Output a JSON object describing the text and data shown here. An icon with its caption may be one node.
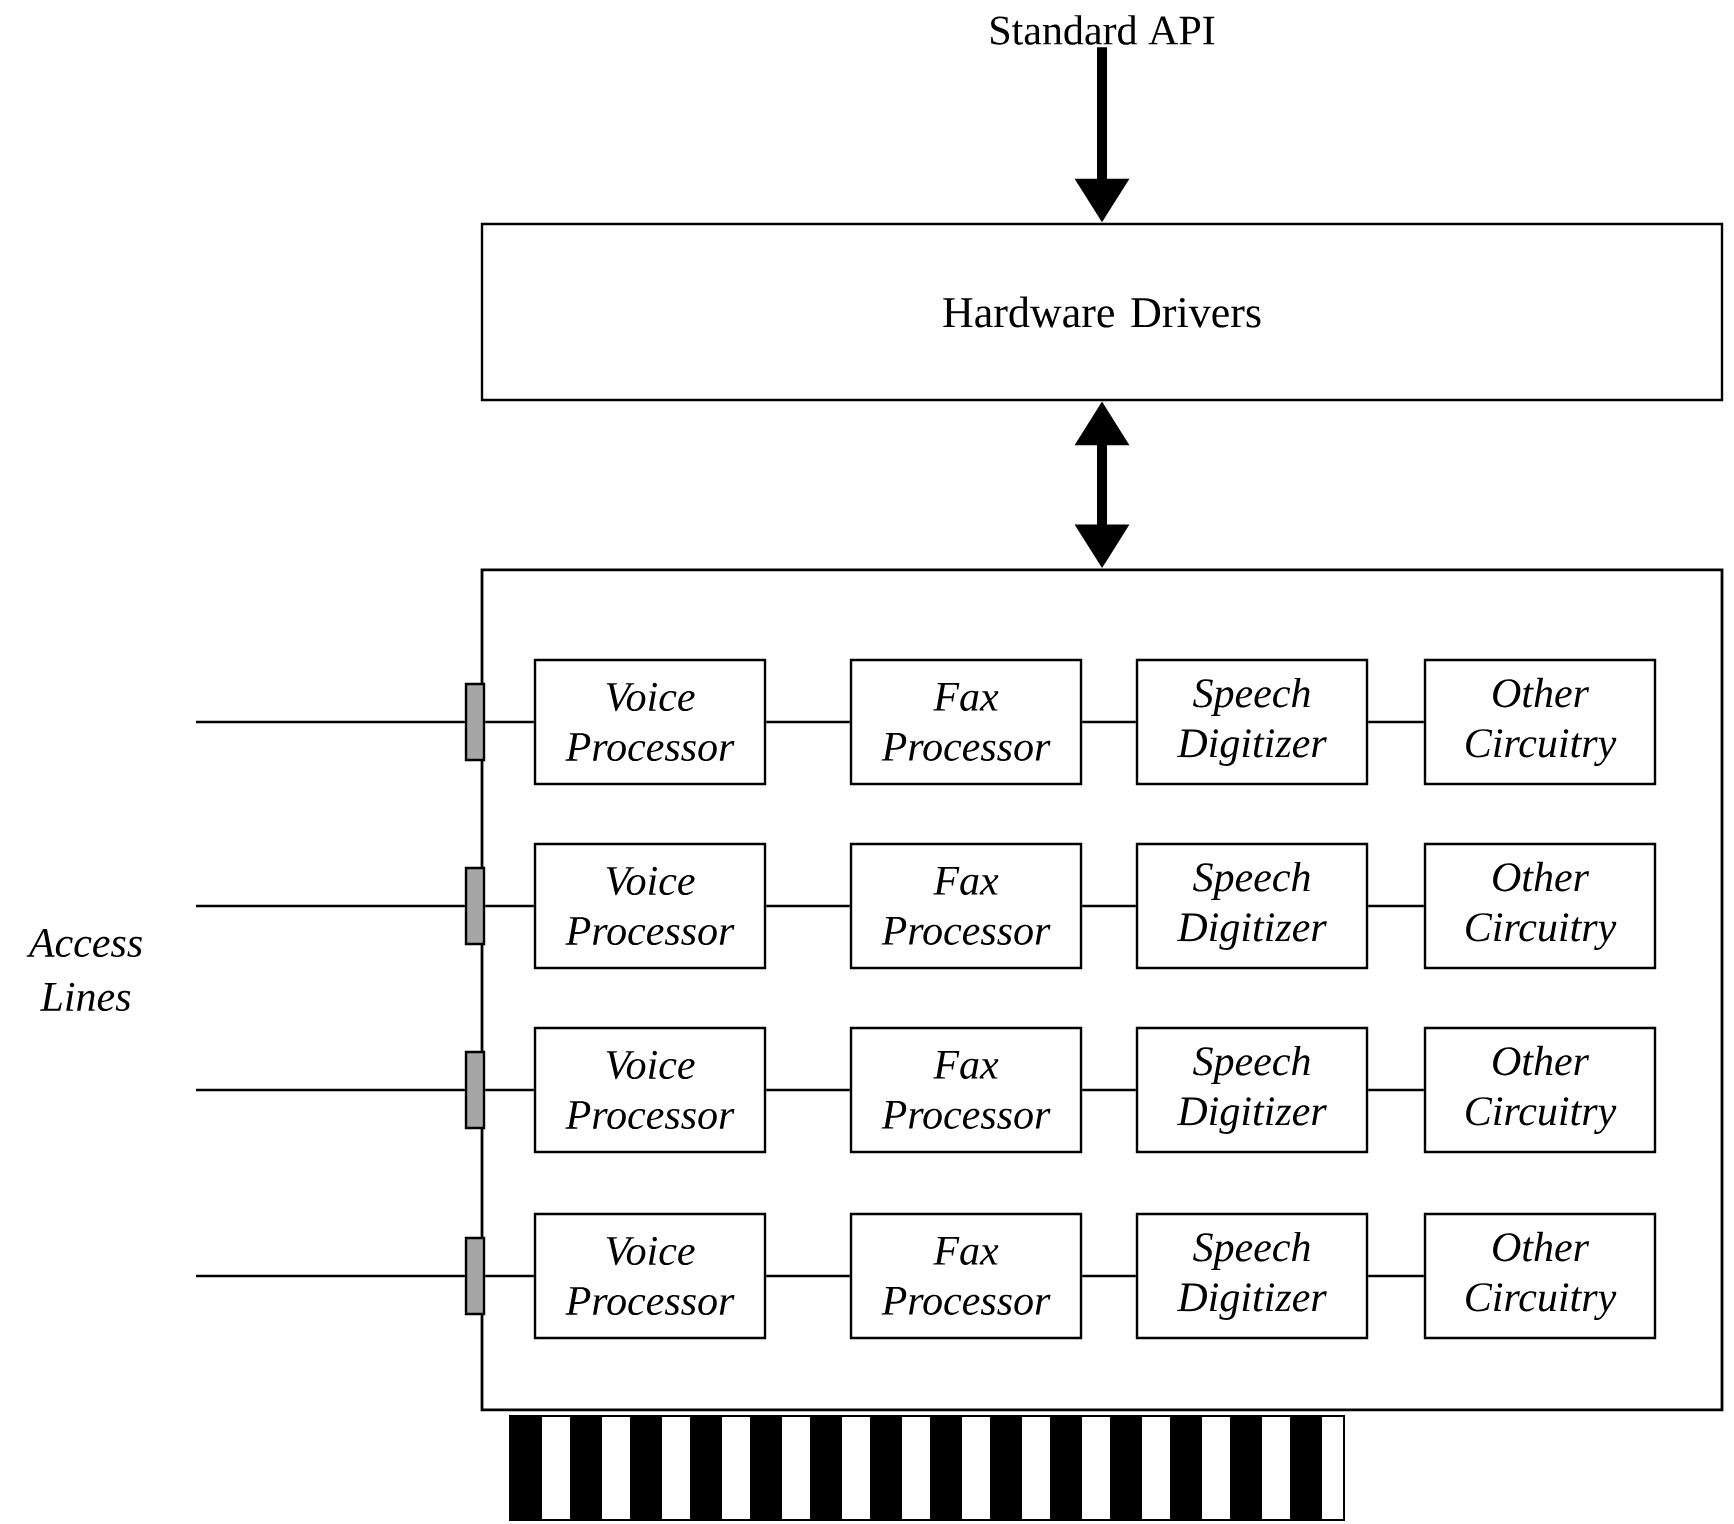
{
  "diagram": {
    "nodes": [
      {
        "text": [
          "Standard API"
        ]
      },
      {
        "text": [
          "Hardware Drivers"
        ]
      },
      {
        "text": [],
        "shape": "box"
      },
      {
        "text": [
          "Voice Processor"
        ],
        "in": 2
      },
      {
        "text": [
          "Fax Processor"
        ],
        "in": 2
      },
      {
        "text": [
          "Speech Digitizer"
        ],
        "in": 2
      },
      {
        "text": [
          "Other Circuitry"
        ],
        "in": 2
      },
      {
        "text": [
          "Voice Processor"
        ],
        "in": 2
      },
      {
        "text": [
          "Fax Processor"
        ],
        "in": 2
      },
      {
        "text": [
          "Speech Digitizer"
        ],
        "in": 2
      },
      {
        "text": [
          "Other Circuitry"
        ],
        "in": 2
      },
      {
        "text": [
          "Voice Processor"
        ],
        "in": 2
      },
      {
        "text": [
          "Fax Processor"
        ],
        "in": 2
      },
      {
        "text": [
          "Speech Digitizer"
        ],
        "in": 2
      },
      {
        "text": [
          "Other Circuitry"
        ],
        "in": 2
      },
      {
        "text": [
          "Voice Processor"
        ],
        "in": 2
      },
      {
        "text": [
          "Fax Processor"
        ],
        "in": 2
      },
      {
        "text": [
          "Speech Digitizer"
        ],
        "in": 2
      },
      {
        "text": [
          "Other Circuitry"
        ],
        "in": 2
      },
      {
        "text": [],
        "shape": "bar"
      },
      {
        "text": [],
        "shape": "bar"
      },
      {
        "text": [],
        "shape": "bar"
      },
      {
        "text": [],
        "shape": "bar"
      }
    ],
    "edges": [
      {
        "from": 0,
        "to": 1,
        "arrow": "to",
        "style": "thick"
      },
      {
        "from": 1,
        "to": 2,
        "arrow": "both",
        "style": "thick"
      },
      {
        "from": null,
        "to": 19,
        "arrow": "none"
      },
      {
        "from": 19,
        "to": 3,
        "arrow": "none"
      },
      {
        "from": 3,
        "to": 4,
        "arrow": "none"
      },
      {
        "from": 4,
        "to": 5,
        "arrow": "none"
      },
      {
        "from": 5,
        "to": 6,
        "arrow": "none"
      },
      {
        "from": null,
        "to": 20,
        "arrow": "none"
      },
      {
        "from": 20,
        "to": 7,
        "arrow": "none"
      },
      {
        "from": 7,
        "to": 8,
        "arrow": "none"
      },
      {
        "from": 8,
        "to": 9,
        "arrow": "none"
      },
      {
        "from": 9,
        "to": 10,
        "arrow": "none"
      },
      {
        "from": null,
        "to": 21,
        "arrow": "none"
      },
      {
        "from": 21,
        "to": 11,
        "arrow": "none"
      },
      {
        "from": 11,
        "to": 12,
        "arrow": "none"
      },
      {
        "from": 12,
        "to": 13,
        "arrow": "none"
      },
      {
        "from": 13,
        "to": 14,
        "arrow": "none"
      },
      {
        "from": null,
        "to": 22,
        "arrow": "none"
      },
      {
        "from": 22,
        "to": 15,
        "arrow": "none"
      },
      {
        "from": 15,
        "to": 16,
        "arrow": "none"
      },
      {
        "from": 16,
        "to": 17,
        "arrow": "none"
      },
      {
        "from": 17,
        "to": 18,
        "arrow": "none"
      }
    ],
    "labels": [
      "Access Lines"
    ]
  }
}
